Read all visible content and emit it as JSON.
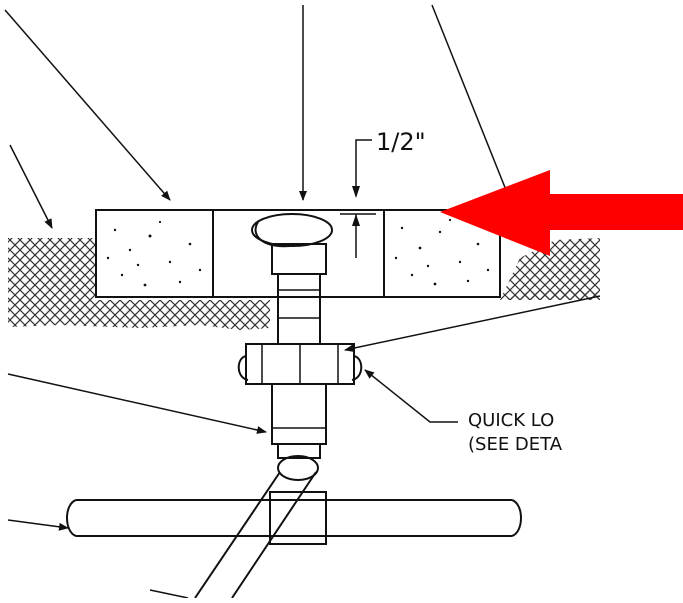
{
  "drawing": {
    "dimension_label": "1/2\"",
    "callout_line1": "QUICK LO",
    "callout_line2": "(SEE DETA"
  },
  "colors": {
    "line": "#111111",
    "highlight_arrow": "#ff0000",
    "background": "#ffffff"
  }
}
